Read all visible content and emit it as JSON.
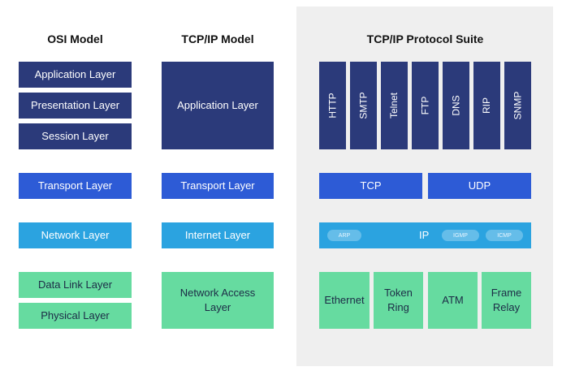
{
  "osi": {
    "title": "OSI Model",
    "layers": [
      "Application Layer",
      "Presentation Layer",
      "Session Layer",
      "Transport Layer",
      "Network Layer",
      "Data Link Layer",
      "Physical Layer"
    ]
  },
  "tcpip": {
    "title": "TCP/IP Model",
    "layers": [
      "Application Layer",
      "Transport Layer",
      "Internet Layer",
      "Network Access Layer"
    ]
  },
  "suite": {
    "title": "TCP/IP Protocol Suite",
    "application": [
      "HTTP",
      "SMTP",
      "Telnet",
      "FTP",
      "DNS",
      "RIP",
      "SNMP"
    ],
    "transport": [
      "TCP",
      "UDP"
    ],
    "internet": {
      "main": "IP",
      "pills": [
        "ARP",
        "IGMP",
        "ICMP"
      ]
    },
    "network_access": [
      "Ethernet",
      "Token Ring",
      "ATM",
      "Frame Relay"
    ]
  },
  "colors": {
    "application": "#2b3a7a",
    "transport": "#2d5bd6",
    "network": "#2ba3e0",
    "physical": "#66dba0",
    "panel_bg": "#efefef"
  }
}
